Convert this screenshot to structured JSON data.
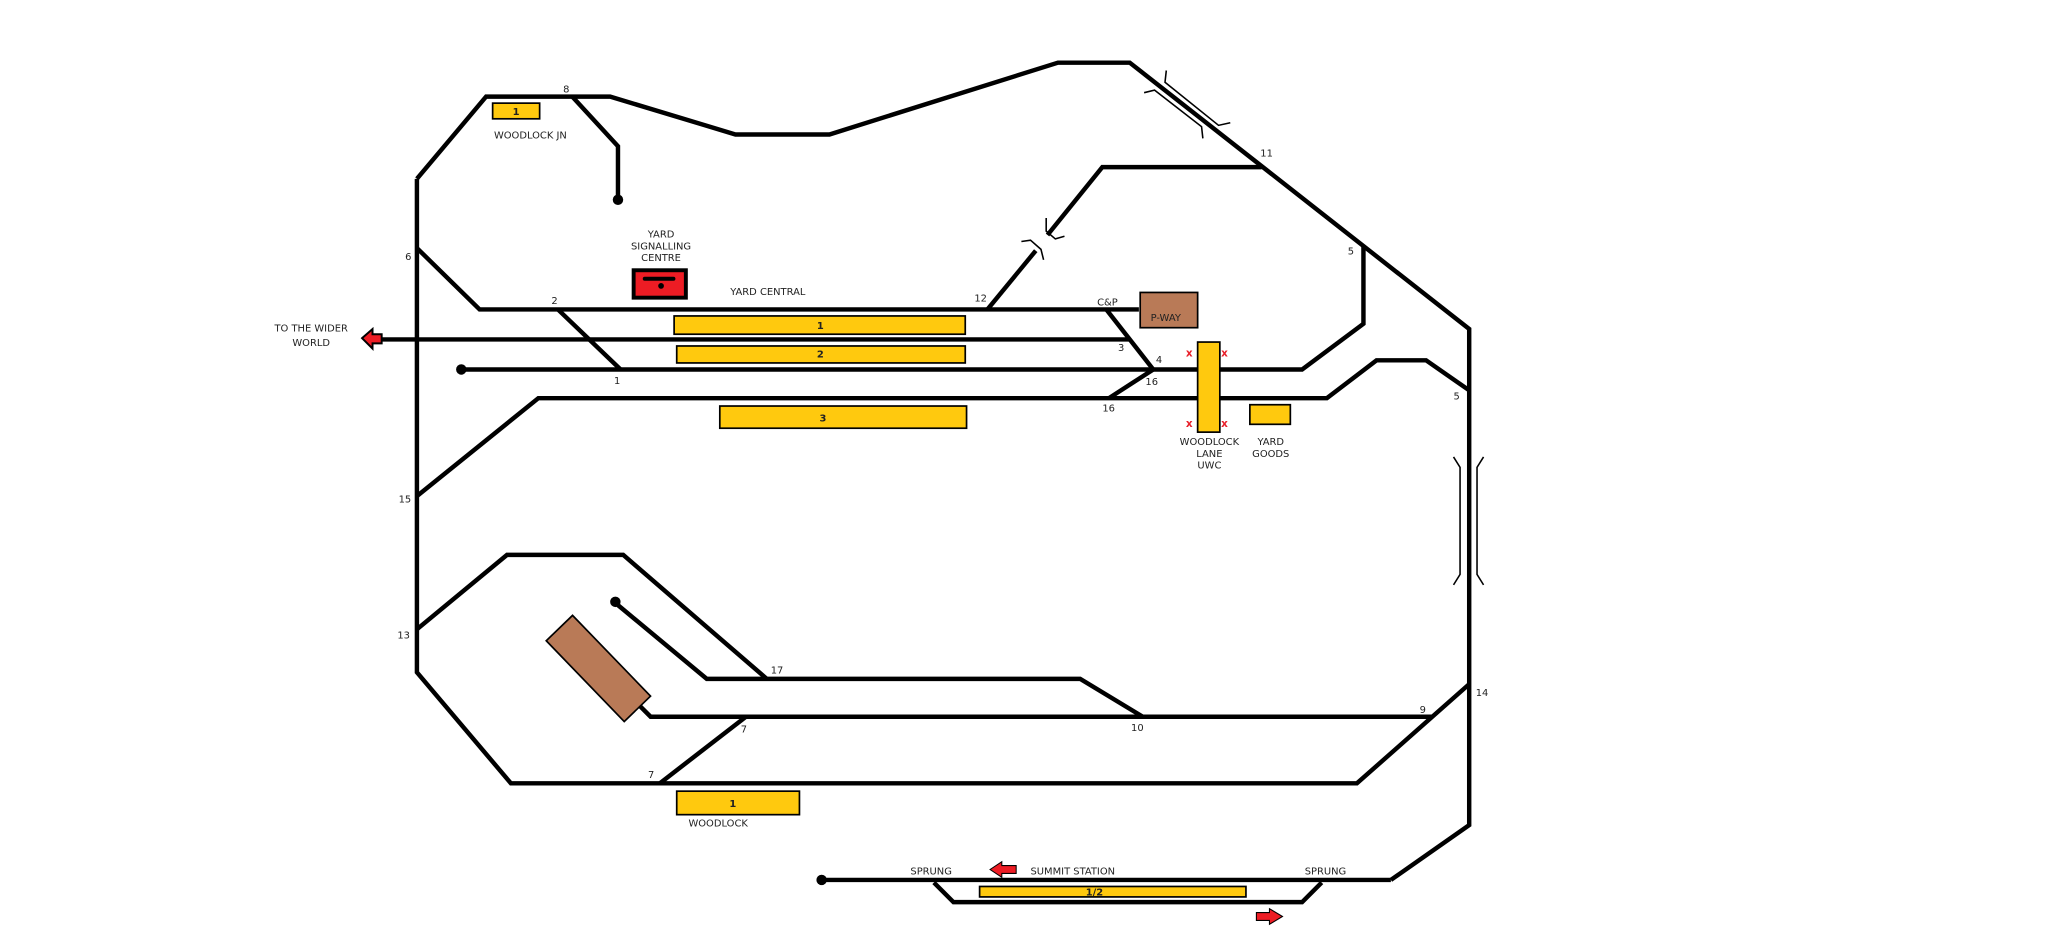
{
  "labels": {
    "woodlock_jn": "WOODLOCK JN",
    "signalling_centre": [
      "YARD",
      "SIGNALLING",
      "CENTRE"
    ],
    "yard_central": "YARD CENTRAL",
    "wider_world": [
      "TO THE WIDER",
      "WORLD"
    ],
    "cp": "C&P",
    "pway": "P-WAY",
    "woodlock_lane_uwc": [
      "WOODLOCK",
      "LANE",
      "UWC"
    ],
    "yard_goods": [
      "YARD",
      "GOODS"
    ],
    "woodlock": "WOODLOCK",
    "sprung_left": "SPRUNG",
    "sprung_right": "SPRUNG",
    "summit_station": "SUMMIT STATION",
    "crossing_mark": "x"
  },
  "platforms": {
    "woodlock_jn": "1",
    "yard_1": "1",
    "yard_2": "2",
    "yard_3": "3",
    "woodlock": "1",
    "summit": "1/2"
  },
  "points": {
    "p8": "8",
    "p6": "6",
    "p2": "2",
    "p1": "1",
    "p12": "12",
    "p11": "11",
    "p5a": "5",
    "p5b": "5",
    "p3": "3",
    "p4": "4",
    "p16a": "16",
    "p16b": "16",
    "p15": "15",
    "p13": "13",
    "p17": "17",
    "p7a": "7",
    "p7b": "7",
    "p10": "10",
    "p9": "9",
    "p14": "14"
  },
  "colors": {
    "track": "#000000",
    "platform": "#ffc90e",
    "building": "#b97a57",
    "signal_box": "#ed1c24",
    "arrow": "#ed1c24"
  }
}
